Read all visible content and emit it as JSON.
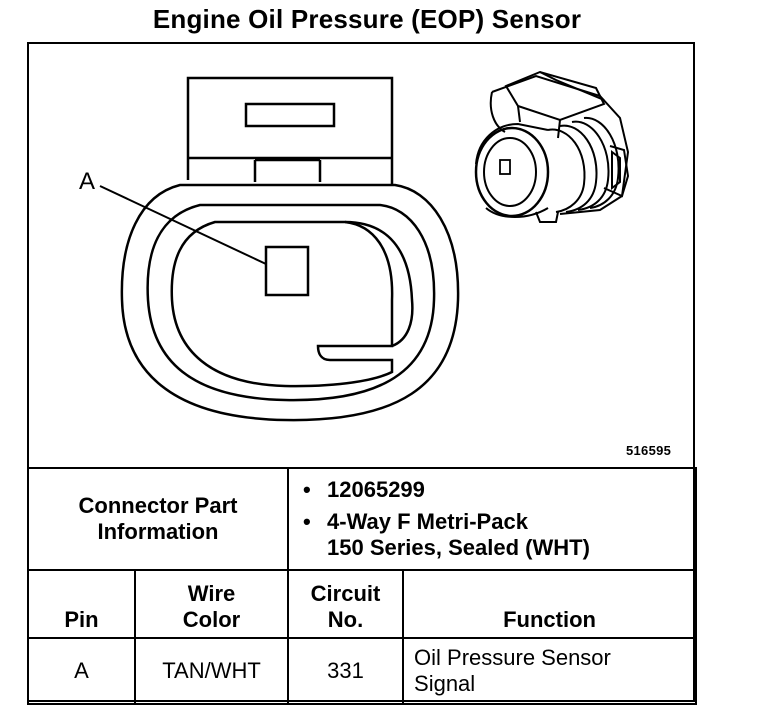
{
  "title": "Engine Oil Pressure (EOP) Sensor",
  "diagram": {
    "pin_callout": "A",
    "reference_number": "516595"
  },
  "connector_info": {
    "label_line1": "Connector Part",
    "label_line2": "Information",
    "items": [
      {
        "line1": "12065299",
        "line2": ""
      },
      {
        "line1": "4-Way F Metri-Pack",
        "line2": "150 Series, Sealed (WHT)"
      }
    ],
    "bullet": "•"
  },
  "pin_table": {
    "headers": {
      "pin": "Pin",
      "wire_color_line1": "Wire",
      "wire_color_line2": "Color",
      "circuit_line1": "Circuit",
      "circuit_line2": "No.",
      "function": "Function"
    },
    "rows": [
      {
        "pin": "A",
        "wire_color": "TAN/WHT",
        "circuit": "331",
        "function_line1": "Oil Pressure Sensor",
        "function_line2": "Signal"
      }
    ]
  }
}
